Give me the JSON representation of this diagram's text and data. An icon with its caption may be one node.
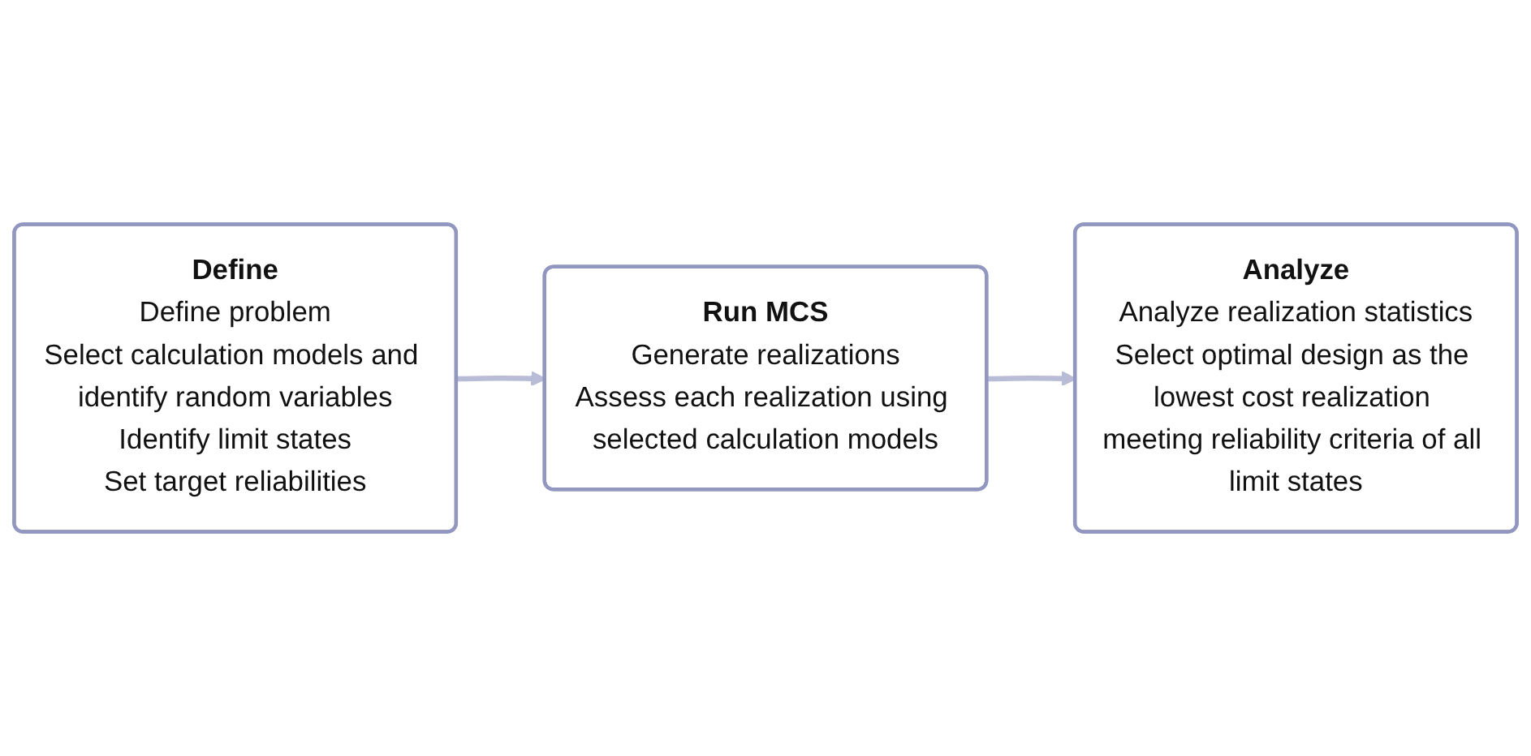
{
  "diagram": {
    "nodes": [
      {
        "text": [
          "Define",
          "Define problem",
          "Select calculation models and identify random variables",
          "Identify limit states",
          "Set target reliabilities"
        ]
      },
      {
        "text": [
          "Run MCS",
          "Generate realizations",
          "Assess each realization using selected calculation models"
        ]
      },
      {
        "text": [
          "Analyze",
          "Analyze realization statistics",
          "Select optimal design as the lowest cost realization meeting reliability criteria of all limit states"
        ]
      }
    ],
    "edges": [
      {
        "from": 0,
        "to": 1,
        "arrow": "to"
      },
      {
        "from": 1,
        "to": 2,
        "arrow": "to"
      }
    ]
  }
}
